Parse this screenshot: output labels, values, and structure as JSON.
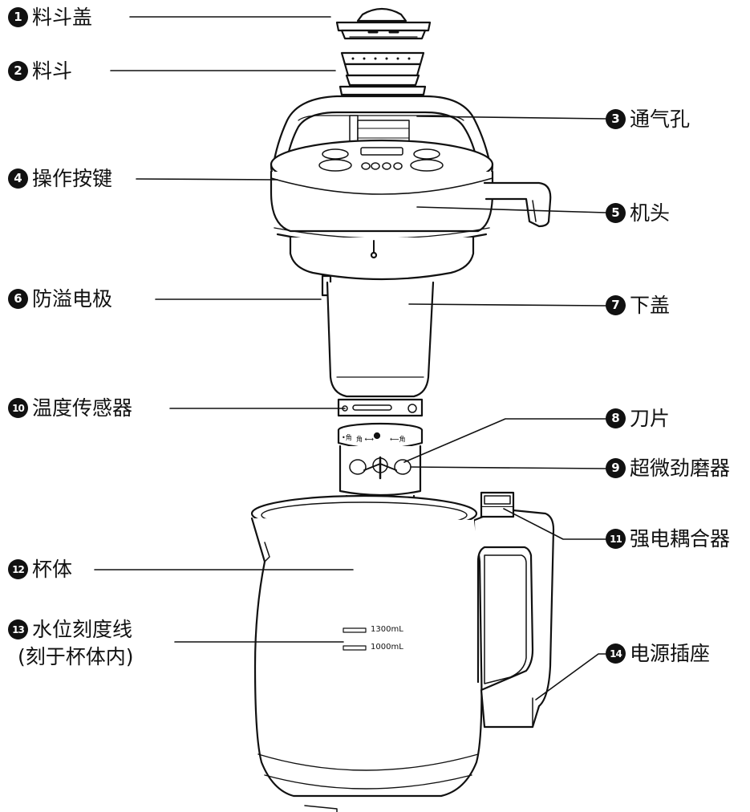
{
  "diagram": {
    "labels": [
      {
        "id": "1",
        "text": "料斗盖"
      },
      {
        "id": "2",
        "text": "料斗"
      },
      {
        "id": "3",
        "text": "通气孔"
      },
      {
        "id": "4",
        "text": "操作按键"
      },
      {
        "id": "5",
        "text": "机头"
      },
      {
        "id": "6",
        "text": "防溢电极"
      },
      {
        "id": "7",
        "text": "下盖"
      },
      {
        "id": "10",
        "text": "温度传感器"
      },
      {
        "id": "8",
        "text": "刀片"
      },
      {
        "id": "9",
        "text": "超微劲磨器"
      },
      {
        "id": "11",
        "text": "强电耦合器"
      },
      {
        "id": "12",
        "text": "杯体"
      },
      {
        "id": "13",
        "text": "水位刻度线",
        "note": "(刻于杯体内)"
      },
      {
        "id": "14",
        "text": "电源插座"
      }
    ],
    "scale_marks": [
      "1300mL",
      "1000mL"
    ]
  }
}
